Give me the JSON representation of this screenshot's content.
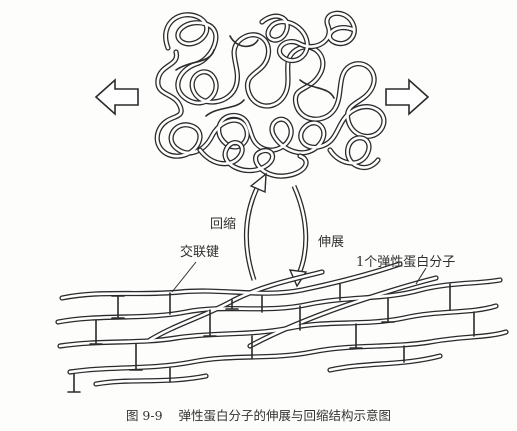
{
  "labels": {
    "retract": "回缩",
    "stretch": "伸展",
    "crosslink": "交联键",
    "one_molecule": "1个弹性蛋白分子"
  },
  "caption": {
    "figure_number": "图 9-9",
    "title": "弹性蛋白分子的伸展与回缩结构示意图"
  },
  "colors": {
    "stroke": "#2b2b2b",
    "fiber_fill": "#ffffff",
    "background": "#fdfdfb"
  }
}
